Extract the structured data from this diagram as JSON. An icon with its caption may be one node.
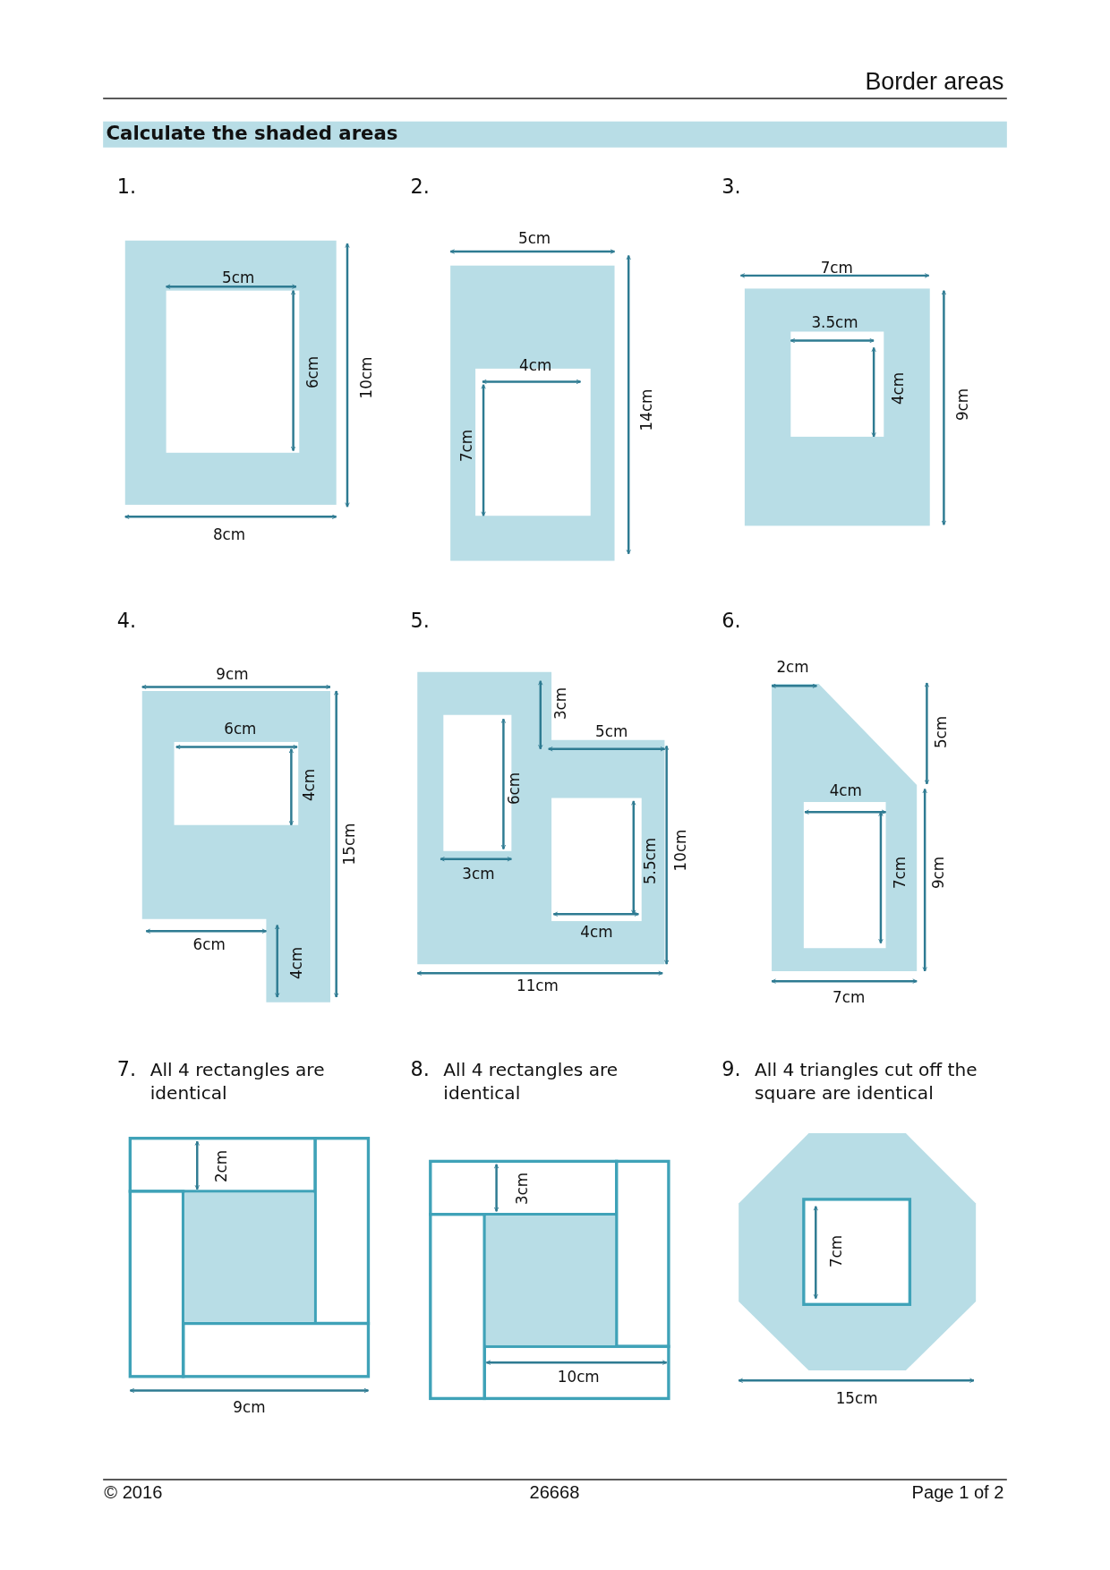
{
  "diagram": {
    "title": "Border areas",
    "labels": [
      "Calculate the shaded areas",
      "1.",
      "5cm",
      "6cm",
      "10cm",
      "8cm",
      "2.",
      "5cm",
      "4cm",
      "7cm",
      "14cm",
      "3.",
      "7cm",
      "3.5cm",
      "4cm",
      "9cm",
      "4.",
      "9cm",
      "6cm",
      "4cm",
      "15cm",
      "6cm",
      "4cm",
      "5.",
      "3cm",
      "5cm",
      "6cm",
      "3cm",
      "5.5cm",
      "10cm",
      "4cm",
      "11cm",
      "6.",
      "2cm",
      "5cm",
      "4cm",
      "7cm",
      "9cm",
      "7cm",
      "7.",
      "All 4 rectangles are identical",
      "2cm",
      "9cm",
      "8.",
      "All 4 rectangles are identical",
      "3cm",
      "10cm",
      "9.",
      "All 4 triangles cut off the square are identical",
      "7cm",
      "15cm",
      "© 2016",
      "26668",
      "Page 1 of 2"
    ]
  }
}
